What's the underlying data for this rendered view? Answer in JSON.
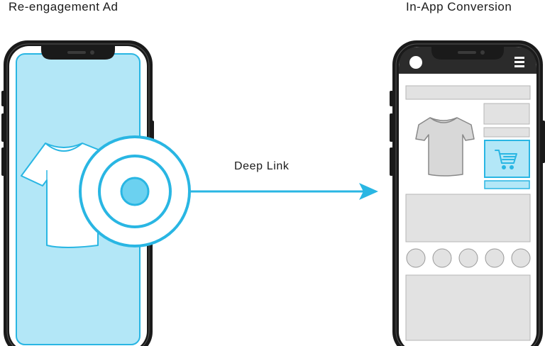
{
  "labels": {
    "left_title": "Re-engagement Ad",
    "right_title": "In-App Conversion",
    "arrow_label": "Deep Link"
  },
  "icons": {
    "left_phone": "smartphone-icon",
    "right_phone": "smartphone-icon",
    "ad_item": "tshirt-icon",
    "product_item": "tshirt-icon",
    "cart": "shopping-cart-icon",
    "menu": "hamburger-menu-icon",
    "tap": "tap-target-icon"
  },
  "colors": {
    "accent": "#29b6e3",
    "ad_screen": "#b3e7f7",
    "placeholder": "#e2e2e2",
    "phone_frame": "#1a1a1a"
  }
}
